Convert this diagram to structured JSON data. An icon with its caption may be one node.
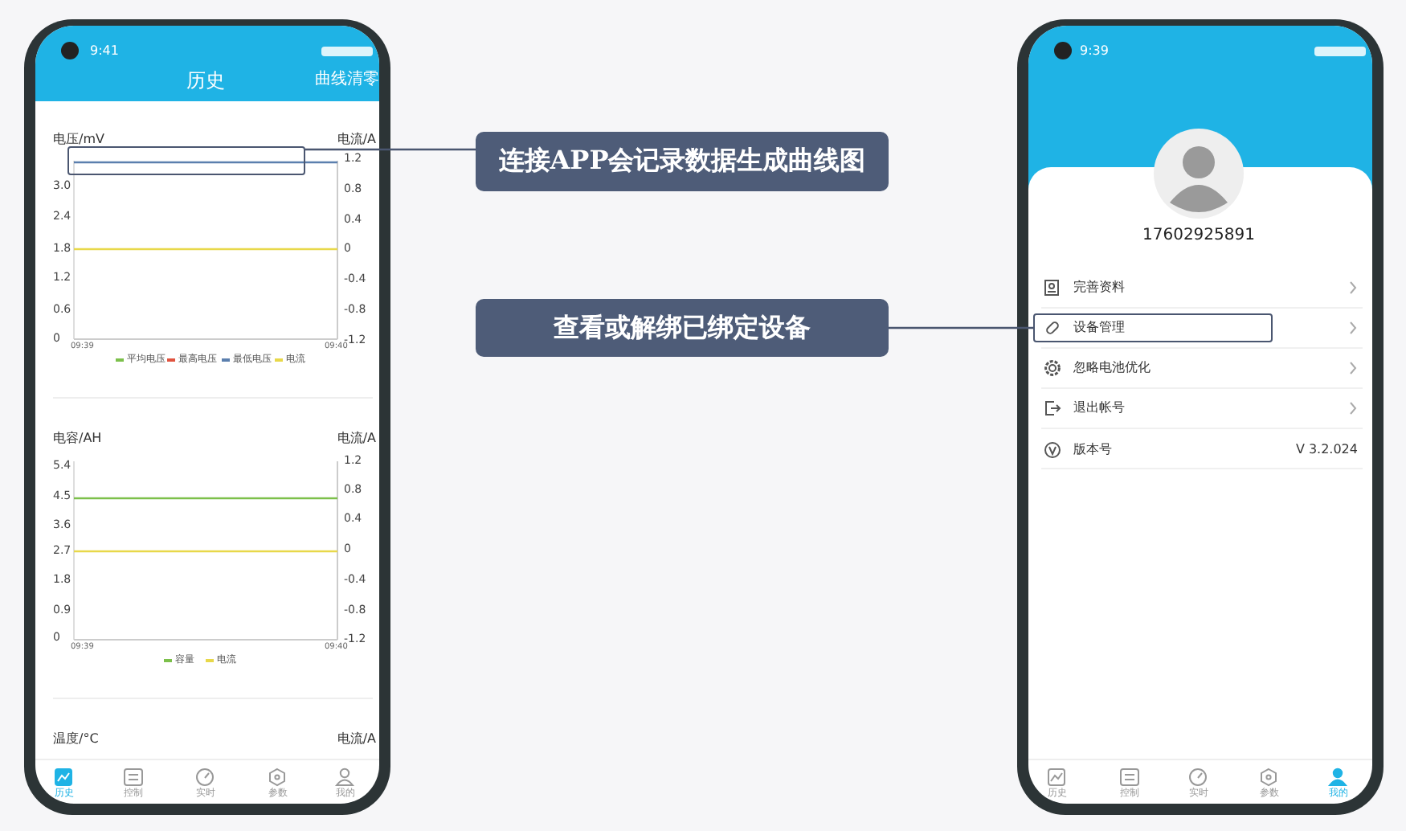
{
  "diagram": {
    "nodes": [
      {
        "text": [],
        "shape": "box"
      },
      {
        "text": [
          "连接APP会记录数据生成曲线图"
        ]
      },
      {
        "text": [
          "查看或解绑已绑定设备"
        ]
      },
      {
        "text": [
          "设备管理"
        ]
      }
    ],
    "edges": [
      {
        "from": 1,
        "to": 0,
        "arrow": "none"
      },
      {
        "from": 2,
        "to": 3,
        "arrow": "none"
      }
    ],
    "labels": [
      "9:41",
      "历史",
      "曲线清零",
      "电压/mV",
      "电流/A",
      "3.0",
      "2.4",
      "1.8",
      "1.2",
      "0.6",
      "0",
      "1.2",
      "0.8",
      "0.4",
      "0",
      "-0.4",
      "-0.8",
      "-1.2",
      "09:39",
      "09:40",
      "电容/AH",
      "电流/A",
      "5.4",
      "4.5",
      "3.6",
      "2.7",
      "1.8",
      "0.9",
      "0",
      "1.2",
      "0.8",
      "0.4",
      "0",
      "-0.4",
      "-0.8",
      "-1.2",
      "09:39",
      "09:40",
      "温度/°C",
      "电流/A",
      "历史",
      "控制",
      "实时",
      "参数",
      "我的",
      "9:39",
      "17602925891",
      "完善资料",
      "忽略电池优化",
      "退出帐号",
      "版本号",
      "V 3.2.024",
      "历史",
      "控制",
      "实时",
      "参数",
      "我的"
    ],
    "legend": [
      {
        "text": "平均电压",
        "color": "#7cc04b"
      },
      {
        "text": "最高电压",
        "color": "#e0533f"
      },
      {
        "text": "最低电压",
        "color": "#5b7fae"
      },
      {
        "text": "电流",
        "color": "#e8d84a"
      },
      {
        "text": "容量",
        "color": "#7cc04b"
      },
      {
        "text": "电流",
        "color": "#e8d84a"
      }
    ]
  }
}
